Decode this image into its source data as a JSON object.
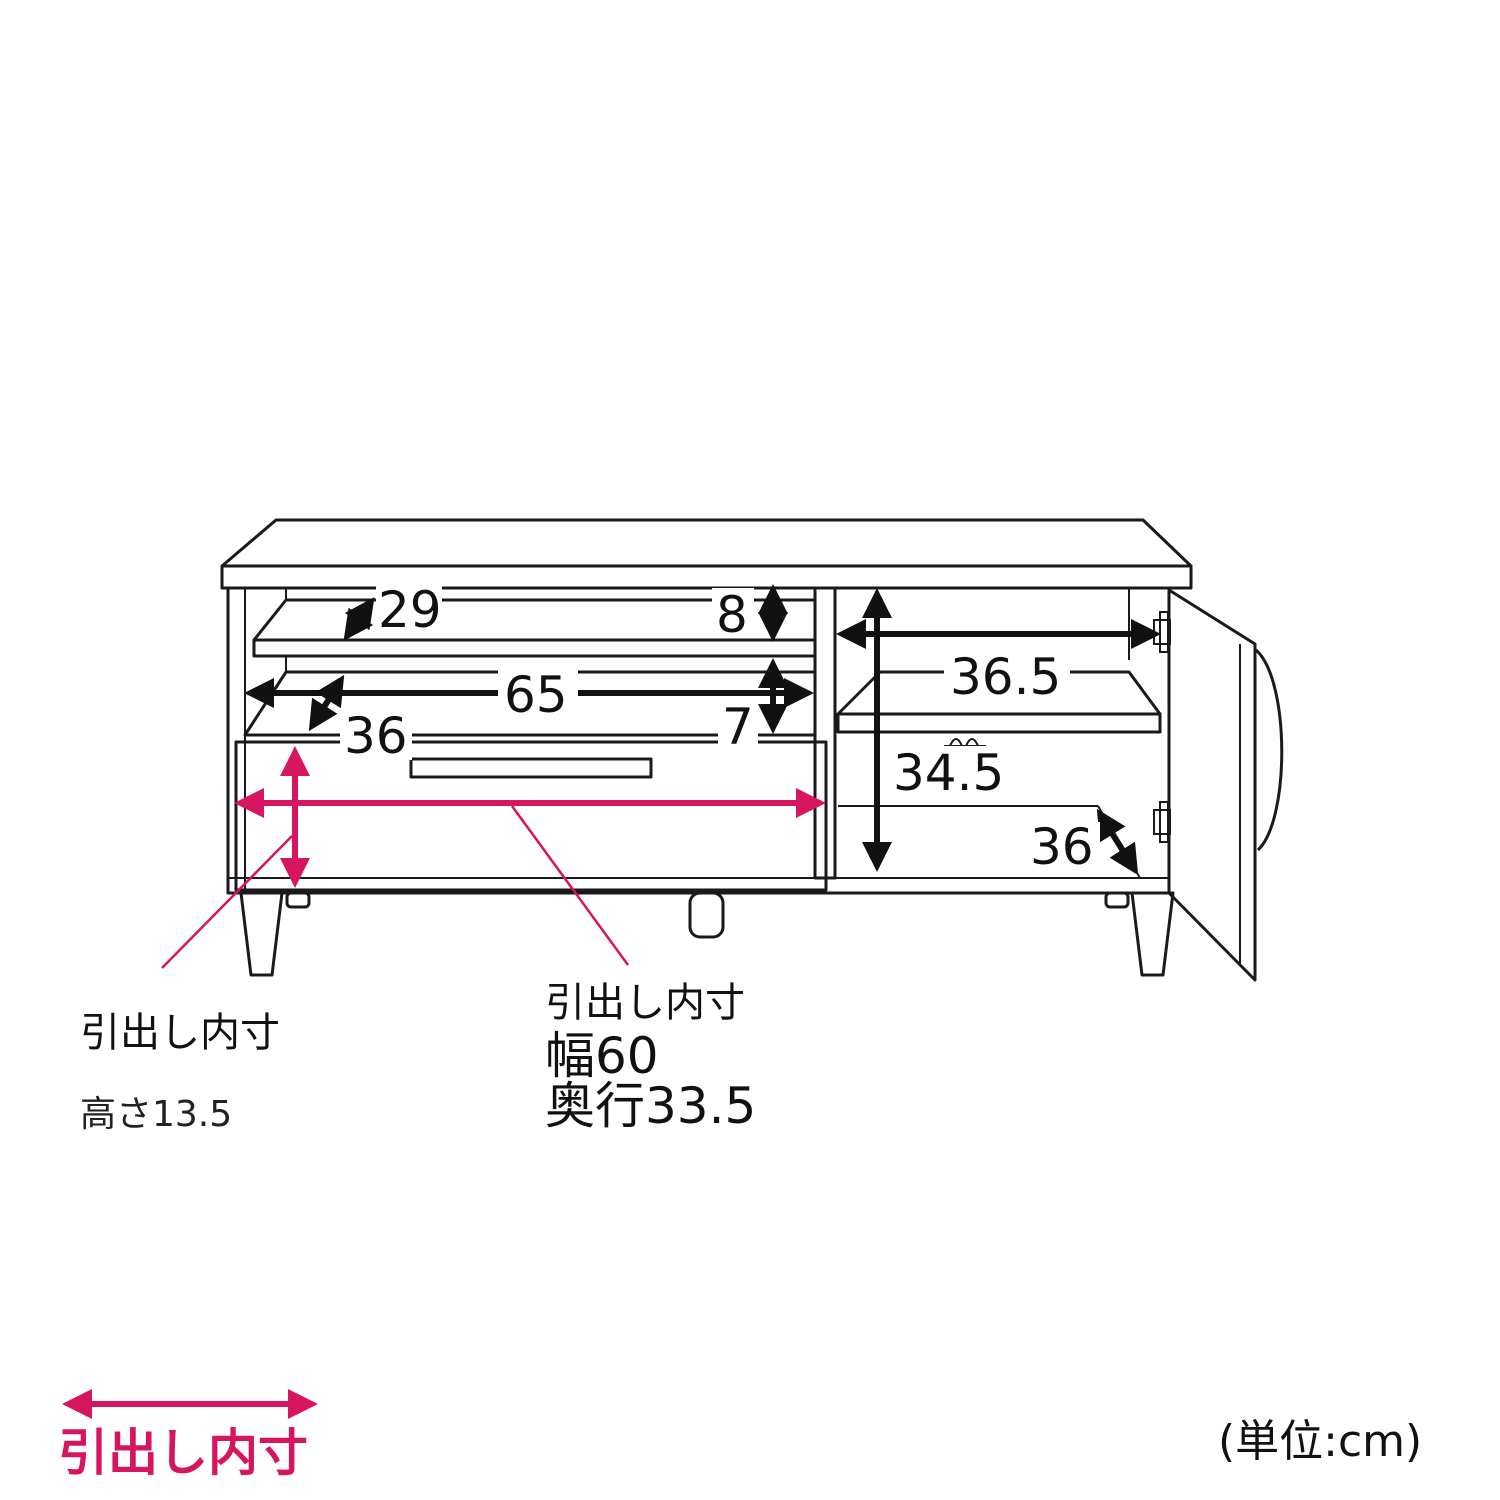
{
  "colors": {
    "outline": "#1a1a1a",
    "dimension_arrow": "#111111",
    "drawer_dimension": "#d6145f",
    "background": "#ffffff"
  },
  "left_compartment": {
    "shelf_depth": "29",
    "upper_height": "8",
    "width": "65",
    "lower_depth": "36",
    "lower_height": "7"
  },
  "right_compartment": {
    "width": "36.5",
    "height": "34.5",
    "depth": "36"
  },
  "drawer_note_left": {
    "title": "引出し内寸",
    "height": "高さ13.5"
  },
  "drawer_note_center": {
    "title": "引出し内寸",
    "width": "幅60",
    "depth": "奥行33.5"
  },
  "legend": {
    "label": "引出し内寸"
  },
  "unit_label": "(単位:cm)"
}
